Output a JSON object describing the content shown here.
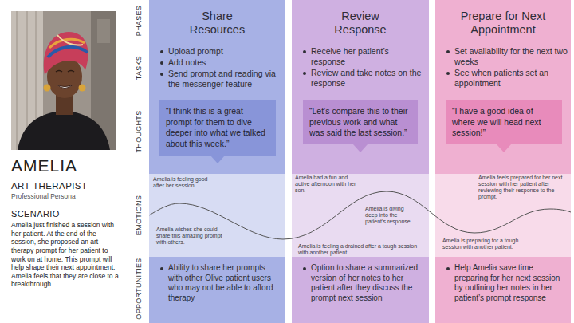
{
  "diagram": {
    "nodes": [
      {
        "text": [
          "Share Resources"
        ]
      },
      {
        "text": [
          "Upload prompt",
          "Add notes",
          "Send prompt and reading via the messenger feature"
        ],
        "in": 0
      },
      {
        "text": [
          "“I think this is a great prompt for them to dive deeper into what we talked about this week.”"
        ],
        "in": 0
      },
      {
        "text": [
          "Ability to share her prompts with other Olive patient users who may not be able to afford therapy"
        ],
        "in": 0
      },
      {
        "text": [
          "Review Response"
        ]
      },
      {
        "text": [
          "Receive her patient’s response",
          "Review and take notes on the response"
        ],
        "in": 4
      },
      {
        "text": [
          "“Let’s compare this to their previous work and what was said the last session.”"
        ],
        "in": 4
      },
      {
        "text": [
          "Option to share a summarized version of her notes to her patient after they discuss the prompt next session"
        ],
        "in": 4
      },
      {
        "text": [
          "Prepare for Next Appointment"
        ]
      },
      {
        "text": [
          "Set availability for the next two weeks",
          "See when patients set an appointment"
        ],
        "in": 8
      },
      {
        "text": [
          "“I have a good idea of where we will head next session!”"
        ],
        "in": 8
      },
      {
        "text": [
          "Help Amelia save time preparing for her next session by outlining her notes in her patient’s prompt response"
        ],
        "in": 8
      }
    ],
    "labels": [
      "PHASES",
      "TASKS",
      "THOUGHTS",
      "EMOTIONS",
      "OPPORTUNITIES",
      "AMELIA",
      "ART THERAPIST",
      "Professional Persona",
      "SCENARIO",
      "Amelia just finished a session with her patient. At the end of the session, she proposed an art therapy prompt for her patient to work on at home. This prompt will help  shape their next appointment. Amelia feels that they are close to a breakthrough.",
      "Amelia is feeling good after her session.",
      "Amelia wishes she could share this amazing prompt with others.",
      "Amelia had a fun and active afternoon with her son.",
      "Amelia is diving deep into the patient’s response.",
      "Amelia is feeling a drained after a tough session with another patient..",
      "Amelia feels prepared for her next session with her patient after reviewing their response to the prompt.",
      "Amelia is preparing for a tough session with another patient."
    ]
  }
}
